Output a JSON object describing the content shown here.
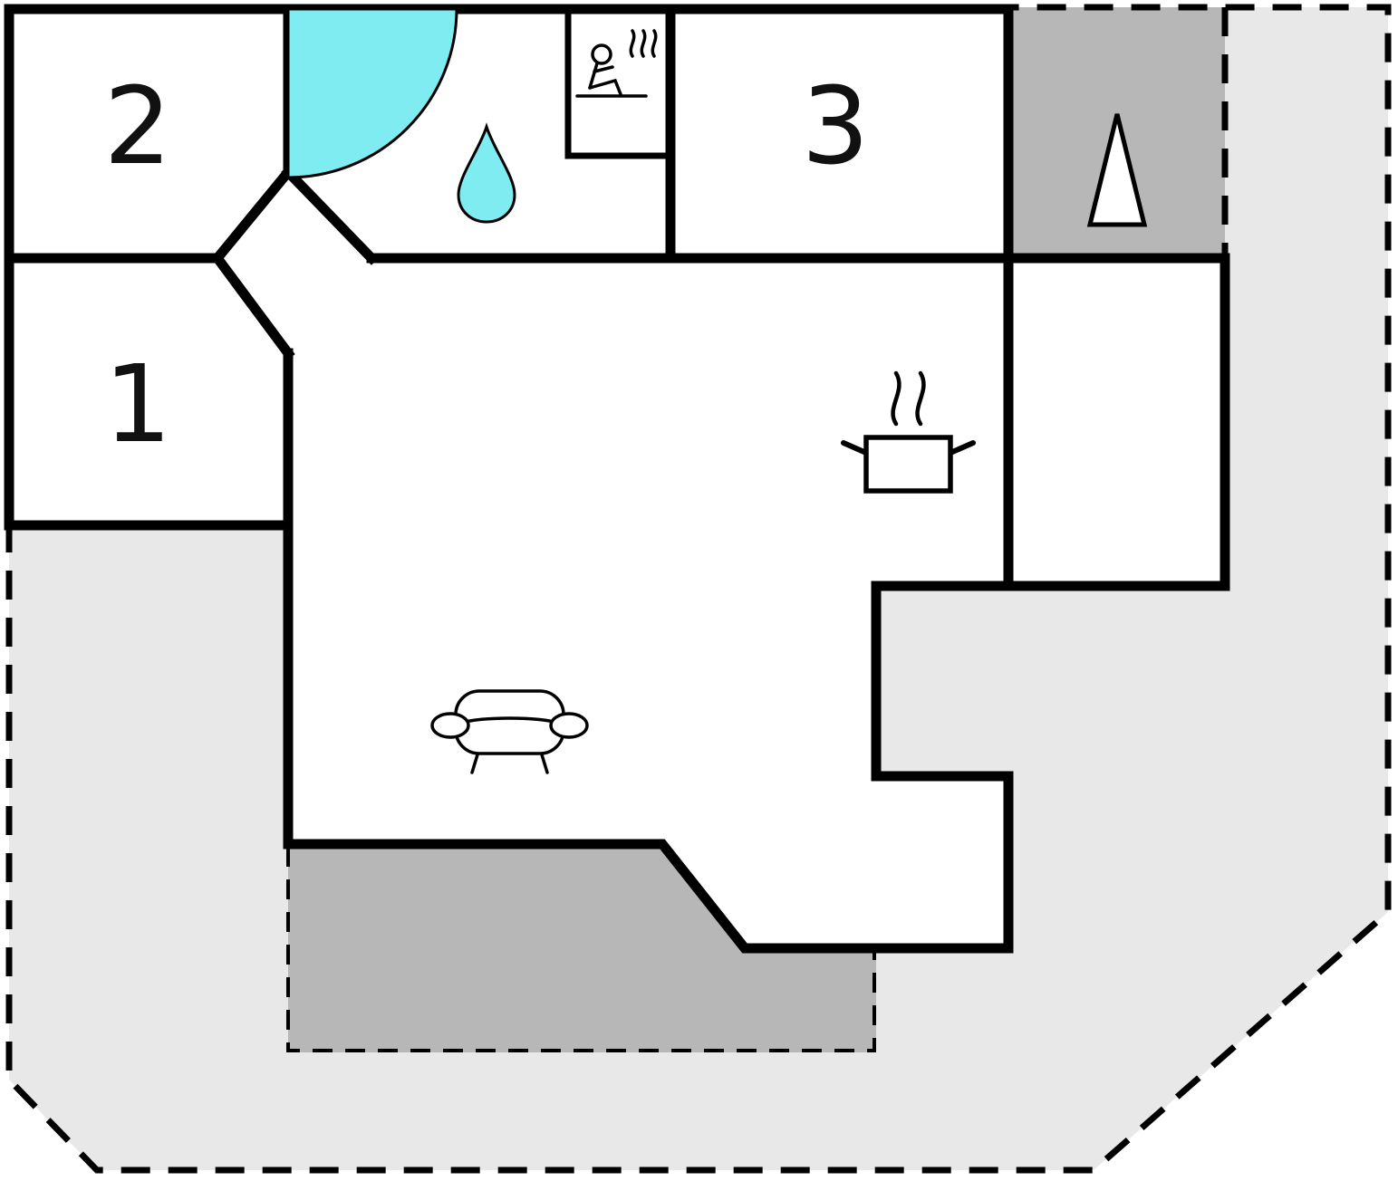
{
  "diagram": {
    "type": "floor-plan"
  },
  "rooms": [
    {
      "id": "room-2",
      "label": "2"
    },
    {
      "id": "room-1",
      "label": "1"
    },
    {
      "id": "room-3",
      "label": "3"
    }
  ],
  "icons": {
    "shower_door": "shower-door-swing-icon",
    "water_drop": "water-drop-icon",
    "sauna": "sauna-person-icon",
    "cooking_pot": "cooking-pot-steam-icon",
    "sofa": "sofa-icon",
    "triangle": "entrance-triangle-icon"
  },
  "colors": {
    "wall": "#000000",
    "room": "#ffffff",
    "plot": "#e8e8e8",
    "terrace": "#b7b7b7",
    "porch": "#b7b7b7",
    "water": "#7fecf2",
    "label": "#111111"
  }
}
